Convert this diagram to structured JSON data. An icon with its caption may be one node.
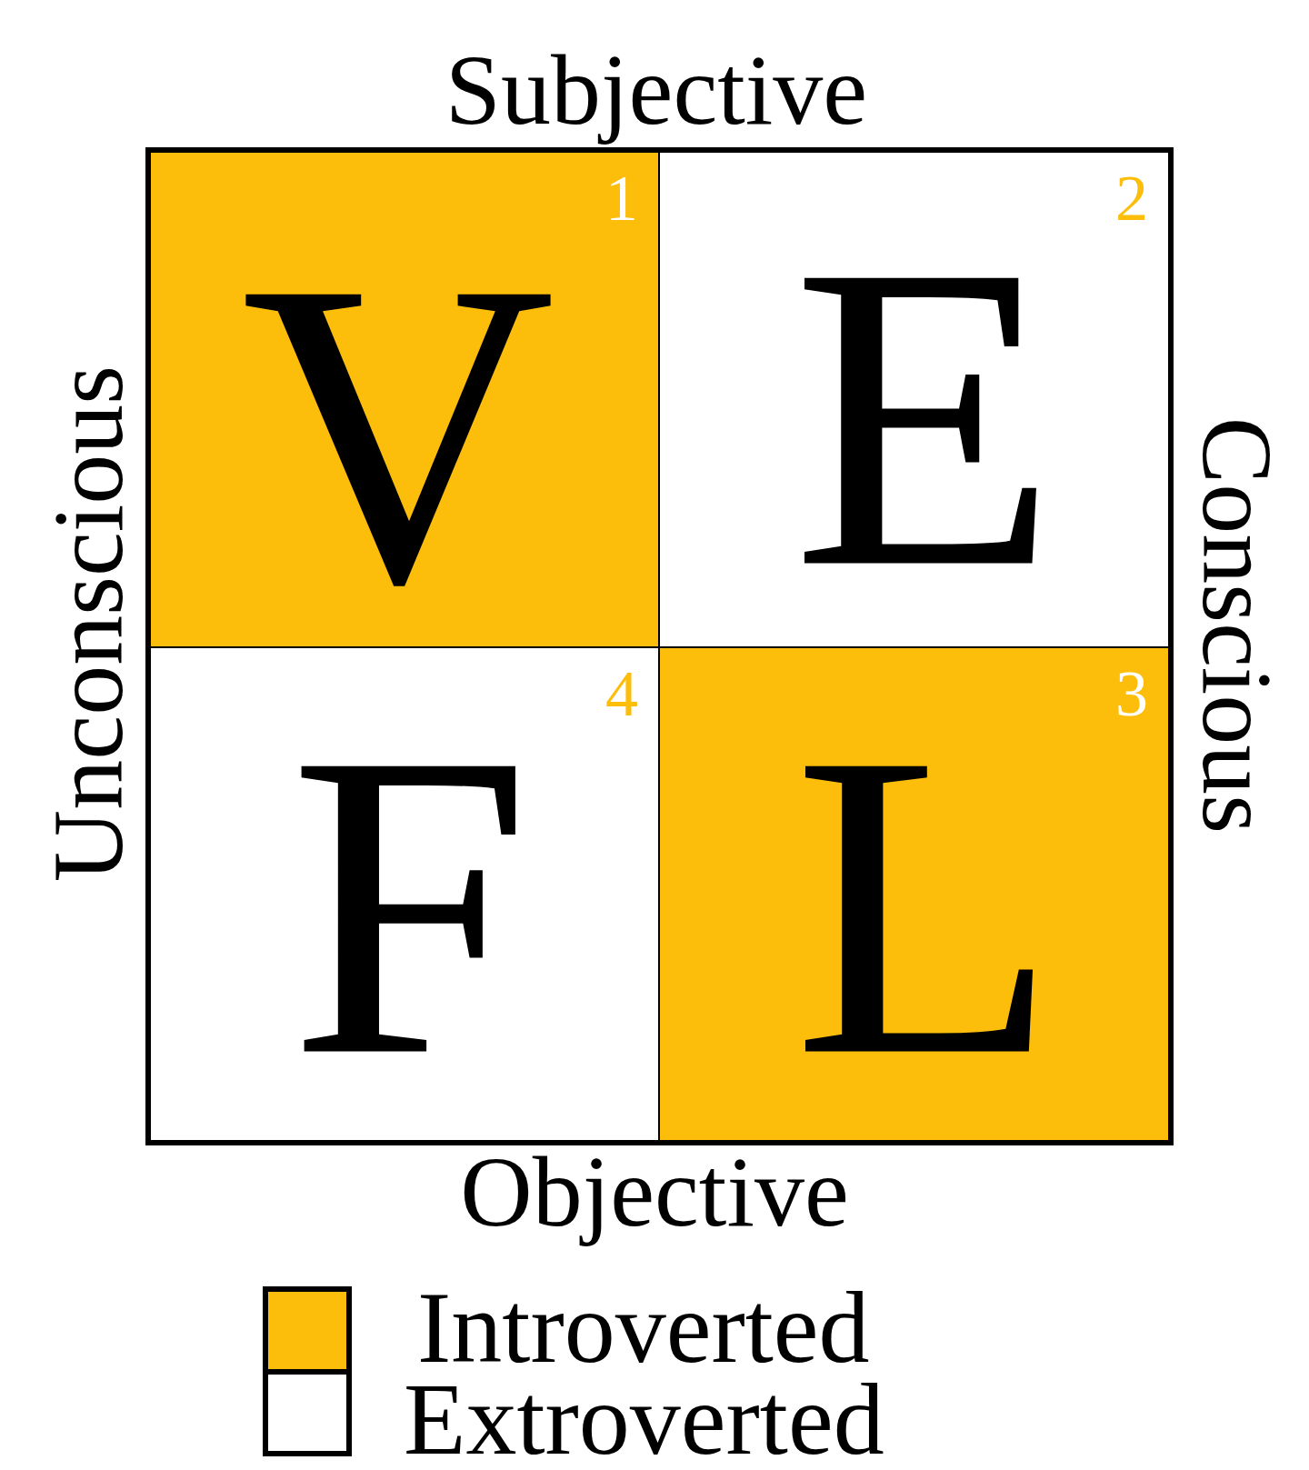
{
  "diagram": {
    "nodes": [
      {
        "text": [
          "1",
          "V"
        ]
      },
      {
        "text": [
          "2",
          "E"
        ]
      },
      {
        "text": [
          "4",
          "F"
        ]
      },
      {
        "text": [
          "3",
          "L"
        ]
      }
    ],
    "labels": [
      "Subjective",
      "Unconscious",
      "Conscious",
      "Objective"
    ],
    "legend": [
      {
        "text": "Introverted",
        "color": "#fdbd0b"
      },
      {
        "text": "Extroverted",
        "color": "#ffffff"
      }
    ]
  }
}
